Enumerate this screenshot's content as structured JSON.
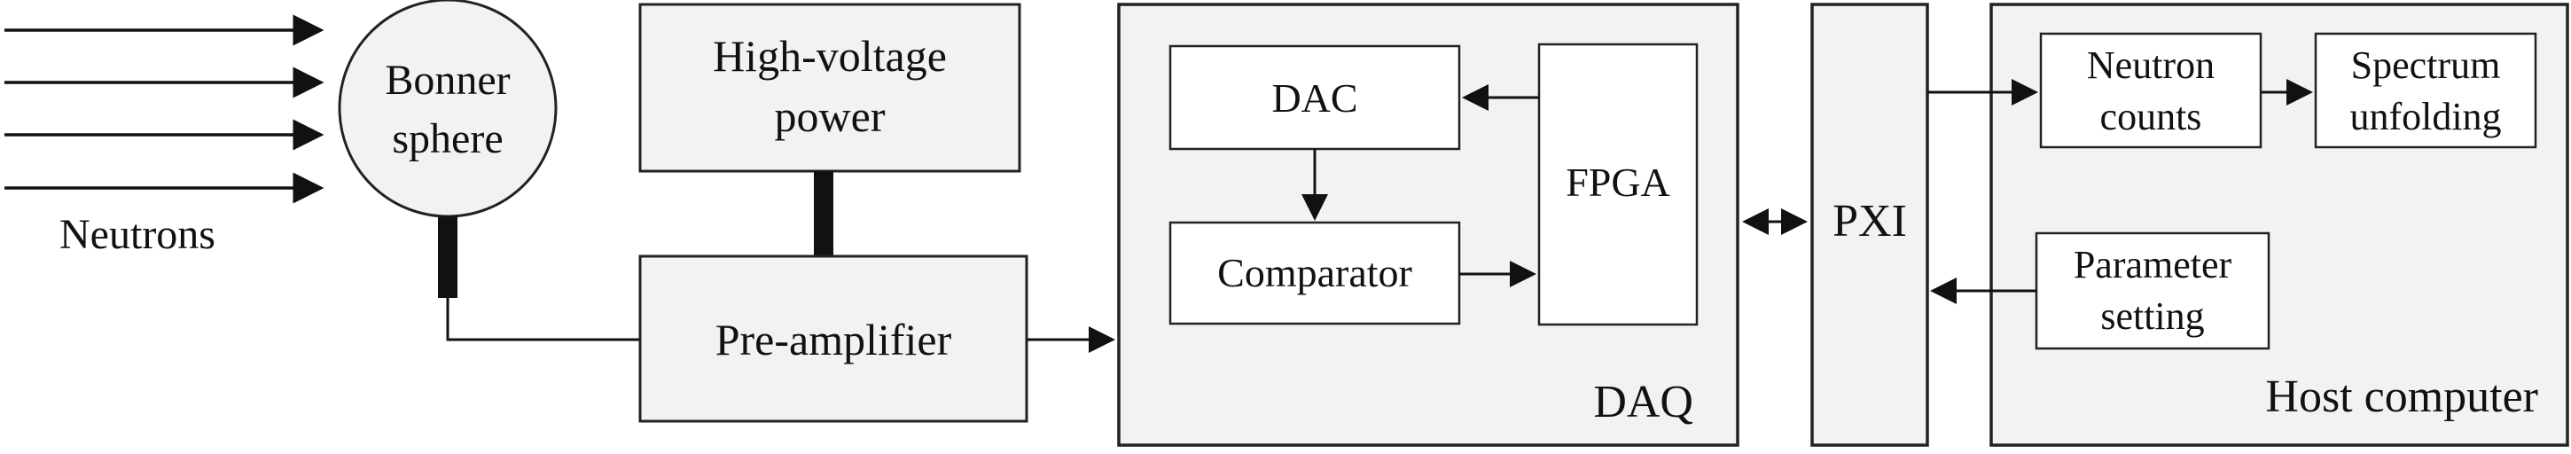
{
  "diagram": {
    "neutrons_label": "Neutrons",
    "bonner_line1": "Bonner",
    "bonner_line2": "sphere",
    "hv_line1": "High-voltage",
    "hv_line2": "power",
    "preamp": "Pre-amplifier",
    "daq": "DAQ",
    "dac": "DAC",
    "fpga": "FPGA",
    "comparator": "Comparator",
    "pxi": "PXI",
    "host": "Host computer",
    "neutron_counts_line1": "Neutron",
    "neutron_counts_line2": "counts",
    "spectrum_line1": "Spectrum",
    "spectrum_line2": "unfolding",
    "param_line1": "Parameter",
    "param_line2": "setting"
  },
  "colors": {
    "stroke": "#222222",
    "panel_fill": "#f2f2f2",
    "box_fill": "#ffffff"
  }
}
